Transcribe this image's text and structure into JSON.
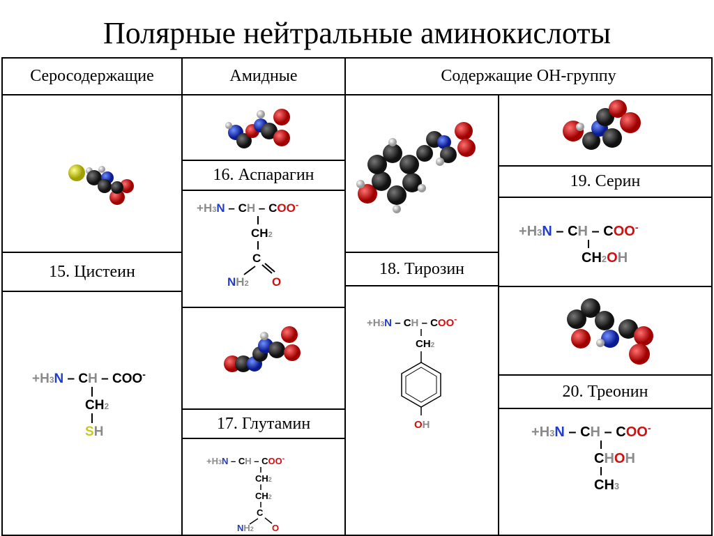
{
  "title": "Полярные нейтральные аминокислоты",
  "headers": {
    "sulfur": "Серосодержащие",
    "amide": "Амидные",
    "oh": "Содержащие ОН-группу"
  },
  "labels": {
    "cysteine": "15. Цистеин",
    "asparagine": "16. Аспарагин",
    "glutamine": "17. Глутамин",
    "tyrosine": "18. Тирозин",
    "serine": "19. Серин",
    "threonine": "20. Треонин"
  },
  "formula": {
    "plus": "+",
    "h3": "H",
    "three": "3",
    "n": "N",
    "dash": "–",
    "c": "C",
    "h": "H",
    "coo": "COO",
    "minus": "-",
    "ch2": "CH",
    "two": "2",
    "sh_s": "S",
    "sh_h": "H",
    "o": "O",
    "nh2_n": "N",
    "nh2_h": "H",
    "oh_o": "O",
    "oh_h": "H",
    "ch_c": "C",
    "ch_h": "H",
    "ch3": "CH",
    "three_sub": "3"
  },
  "colors": {
    "carbon": "#1a1a1a",
    "nitrogen": "#1f3ccf",
    "oxygen": "#d01010",
    "sulfur": "#d8d820",
    "hydrogen": "#bbbbbb",
    "formula_gray": "#8a8a8a"
  }
}
